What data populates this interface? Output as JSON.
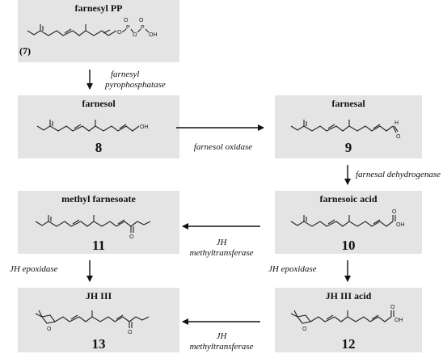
{
  "compounds": {
    "farnesyl_pp": {
      "name": "farnesyl PP",
      "number": "(7)"
    },
    "farnesol": {
      "name": "farnesol",
      "number": "8",
      "group": "OH"
    },
    "farnesal": {
      "name": "farnesal",
      "number": "9",
      "group_h": "H",
      "group_o": "O"
    },
    "methyl_farnesoate": {
      "name": "methyl farnesoate",
      "number": "11",
      "group_o": "O"
    },
    "farnesoic_acid": {
      "name": "farnesoic acid",
      "number": "10",
      "group": "OH",
      "group_o": "O"
    },
    "jh3": {
      "name": "JH III",
      "number": "13",
      "group_o": "O"
    },
    "jh3_acid": {
      "name": "JH III acid",
      "number": "12",
      "group": "OH",
      "group_o": "O"
    }
  },
  "pp_group": {
    "o": "O",
    "p": "P",
    "oh": "OH"
  },
  "enzymes": {
    "pyrophosphatase_line1": "farnesyl",
    "pyrophosphatase_line2": "pyrophosphatase",
    "farnesol_oxidase": "farnesol oxidase",
    "farnesal_dehydrogenase": "farnesal dehydrogenase",
    "jh_mt_1_line1": "JH",
    "jh_mt_1_line2": "methyltransferase",
    "jh_epoxidase_left": "JH epoxidase",
    "jh_epoxidase_right": "JH epoxidase",
    "jh_mt_2_line1": "JH",
    "jh_mt_2_line2": "methyltransferase"
  }
}
